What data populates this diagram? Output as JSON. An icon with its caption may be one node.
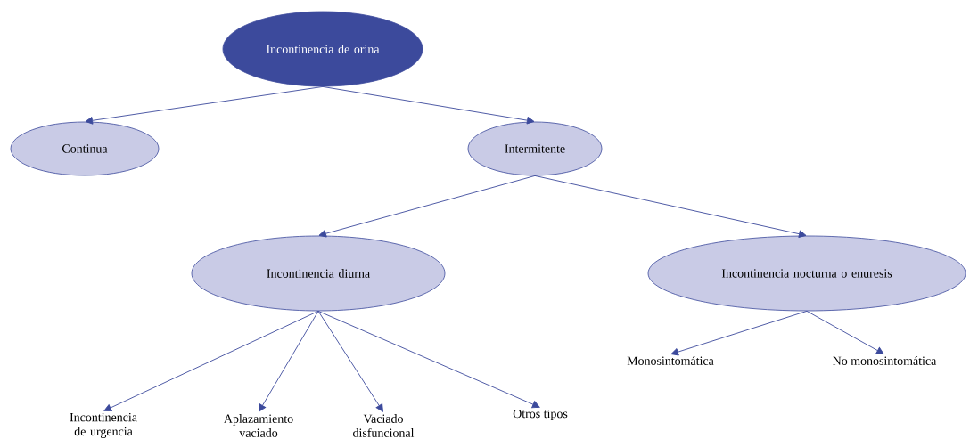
{
  "diagram": {
    "nodes": [
      {
        "text": [
          "Incontinencia de orina"
        ]
      },
      {
        "text": [
          "Continua"
        ]
      },
      {
        "text": [
          "Intermitente"
        ]
      },
      {
        "text": [
          "Incontinencia diurna"
        ]
      },
      {
        "text": [
          "Incontinencia nocturna o enuresis"
        ]
      },
      {
        "text": [
          "Monosintomática"
        ]
      },
      {
        "text": [
          "No monosintomática"
        ]
      },
      {
        "text": [
          "Incontinencia de urgencia"
        ]
      },
      {
        "text": [
          "Aplazamiento vaciado"
        ]
      },
      {
        "text": [
          "Vaciado disfuncional"
        ]
      },
      {
        "text": [
          "Otros tipos"
        ]
      }
    ],
    "edges": [
      {
        "from": 0,
        "to": 1,
        "arrow": "to"
      },
      {
        "from": 0,
        "to": 2,
        "arrow": "to"
      },
      {
        "from": 2,
        "to": 3,
        "arrow": "to"
      },
      {
        "from": 2,
        "to": 4,
        "arrow": "to"
      },
      {
        "from": 4,
        "to": 5,
        "arrow": "to"
      },
      {
        "from": 4,
        "to": 6,
        "arrow": "to"
      },
      {
        "from": 3,
        "to": 7,
        "arrow": "to"
      },
      {
        "from": 3,
        "to": 8,
        "arrow": "to"
      },
      {
        "from": 3,
        "to": 9,
        "arrow": "to"
      },
      {
        "from": 3,
        "to": 10,
        "arrow": "to"
      }
    ]
  }
}
